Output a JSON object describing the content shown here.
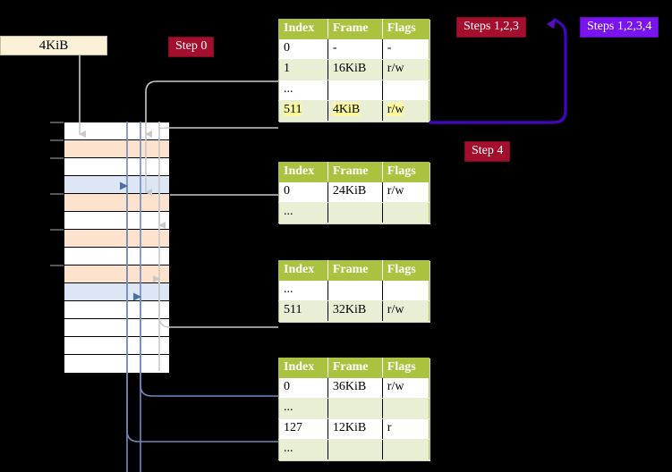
{
  "labels": {
    "page_size_box": "4KiB",
    "step0": "Step 0",
    "steps123": "Steps 1,2,3",
    "steps1234": "Steps 1,2,3,4",
    "step4": "Step 4"
  },
  "colors": {
    "badge_red": "#a30f2d",
    "badge_purple": "#7a14ef",
    "table_header": "#a9c23f",
    "table_alt_row": "#e9efd5",
    "highlight_yellow": "#fbf79a",
    "mem_orange": "#fde3cd",
    "mem_blue": "#dce6f5",
    "box_cream": "#fbf0d8",
    "wire_gray": "#c9c9c9",
    "wire_blue": "#6f8bbd",
    "background": "#000000"
  },
  "table_headers": [
    "Index",
    "Frame",
    "Flags"
  ],
  "tables": [
    {
      "name": "pml4-table",
      "rows": [
        {
          "index": "0",
          "frame": "-",
          "flags": "-",
          "style": "plain"
        },
        {
          "index": "1",
          "frame": "16KiB",
          "flags": "r/w",
          "style": "alt"
        },
        {
          "index": "...",
          "frame": "",
          "flags": "",
          "style": "plain"
        },
        {
          "index": "511",
          "frame": "4KiB",
          "flags": "r/w",
          "style": "hl"
        }
      ]
    },
    {
      "name": "pdp-table",
      "rows": [
        {
          "index": "0",
          "frame": "24KiB",
          "flags": "r/w",
          "style": "plain"
        },
        {
          "index": "...",
          "frame": "",
          "flags": "",
          "style": "alt"
        }
      ]
    },
    {
      "name": "pd-table",
      "rows": [
        {
          "index": "...",
          "frame": "",
          "flags": "",
          "style": "plain"
        },
        {
          "index": "511",
          "frame": "32KiB",
          "flags": "r/w",
          "style": "alt"
        }
      ]
    },
    {
      "name": "pt-table",
      "rows": [
        {
          "index": "0",
          "frame": "36KiB",
          "flags": "r/w",
          "style": "plain"
        },
        {
          "index": "...",
          "frame": "",
          "flags": "",
          "style": "alt"
        },
        {
          "index": "127",
          "frame": "12KiB",
          "flags": "r",
          "style": "plain"
        },
        {
          "index": "...",
          "frame": "",
          "flags": "",
          "style": "alt"
        }
      ]
    }
  ],
  "memory_grid": {
    "rows": [
      {
        "fill": "plain",
        "tick": true
      },
      {
        "fill": "orange",
        "tick": true
      },
      {
        "fill": "plain",
        "tick": true
      },
      {
        "fill": "blue",
        "tick": false
      },
      {
        "fill": "orange",
        "tick": true
      },
      {
        "fill": "plain",
        "tick": false
      },
      {
        "fill": "orange",
        "tick": true
      },
      {
        "fill": "plain",
        "tick": false
      },
      {
        "fill": "orange",
        "tick": true
      },
      {
        "fill": "blue",
        "tick": false
      },
      {
        "fill": "plain",
        "tick": false
      },
      {
        "fill": "plain",
        "tick": false
      },
      {
        "fill": "plain",
        "tick": false
      },
      {
        "fill": "plain",
        "tick": false
      }
    ]
  }
}
